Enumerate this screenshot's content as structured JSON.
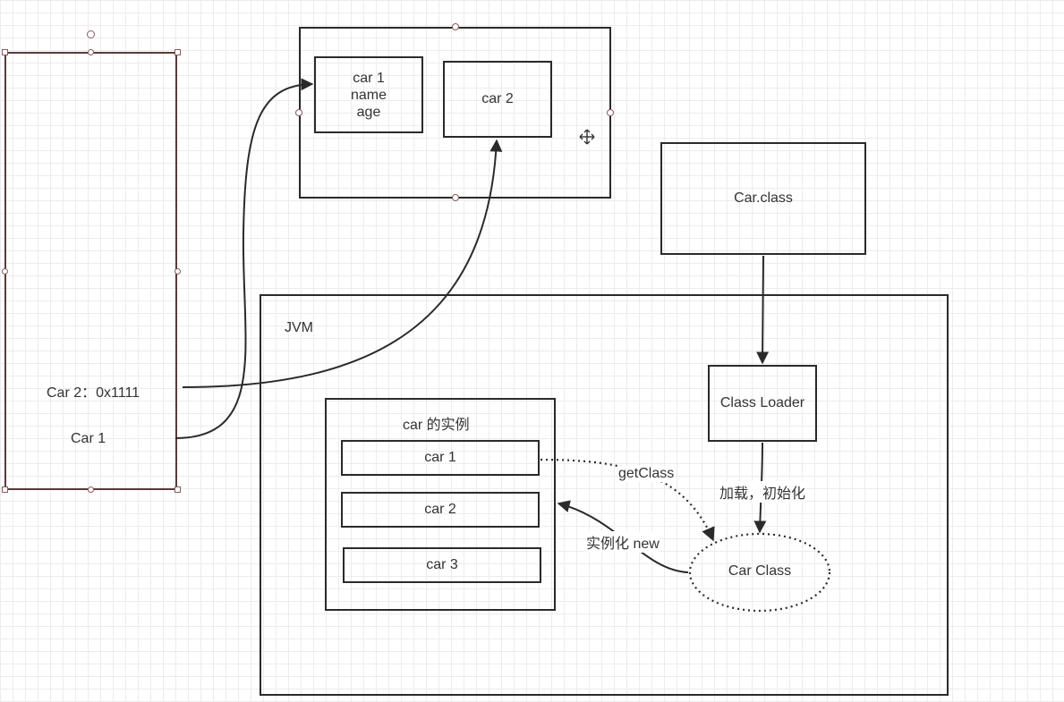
{
  "stack_panel": {
    "car2_entry": "Car 2：0x1111",
    "car1_entry": "Car 1"
  },
  "heap": {
    "car1_lines": [
      "car 1",
      "name",
      "age"
    ],
    "car2": "car 2"
  },
  "class_file": "Car.class",
  "jvm": {
    "label": "JVM",
    "class_loader": "Class Loader",
    "car_class": "Car Class",
    "instances": {
      "title": "car 的实例",
      "items": [
        "car 1",
        "car 2",
        "car 3"
      ]
    }
  },
  "edge_labels": {
    "load_init": "加载，初始化",
    "get_class": "getClass",
    "instantiate": "实例化 new"
  }
}
